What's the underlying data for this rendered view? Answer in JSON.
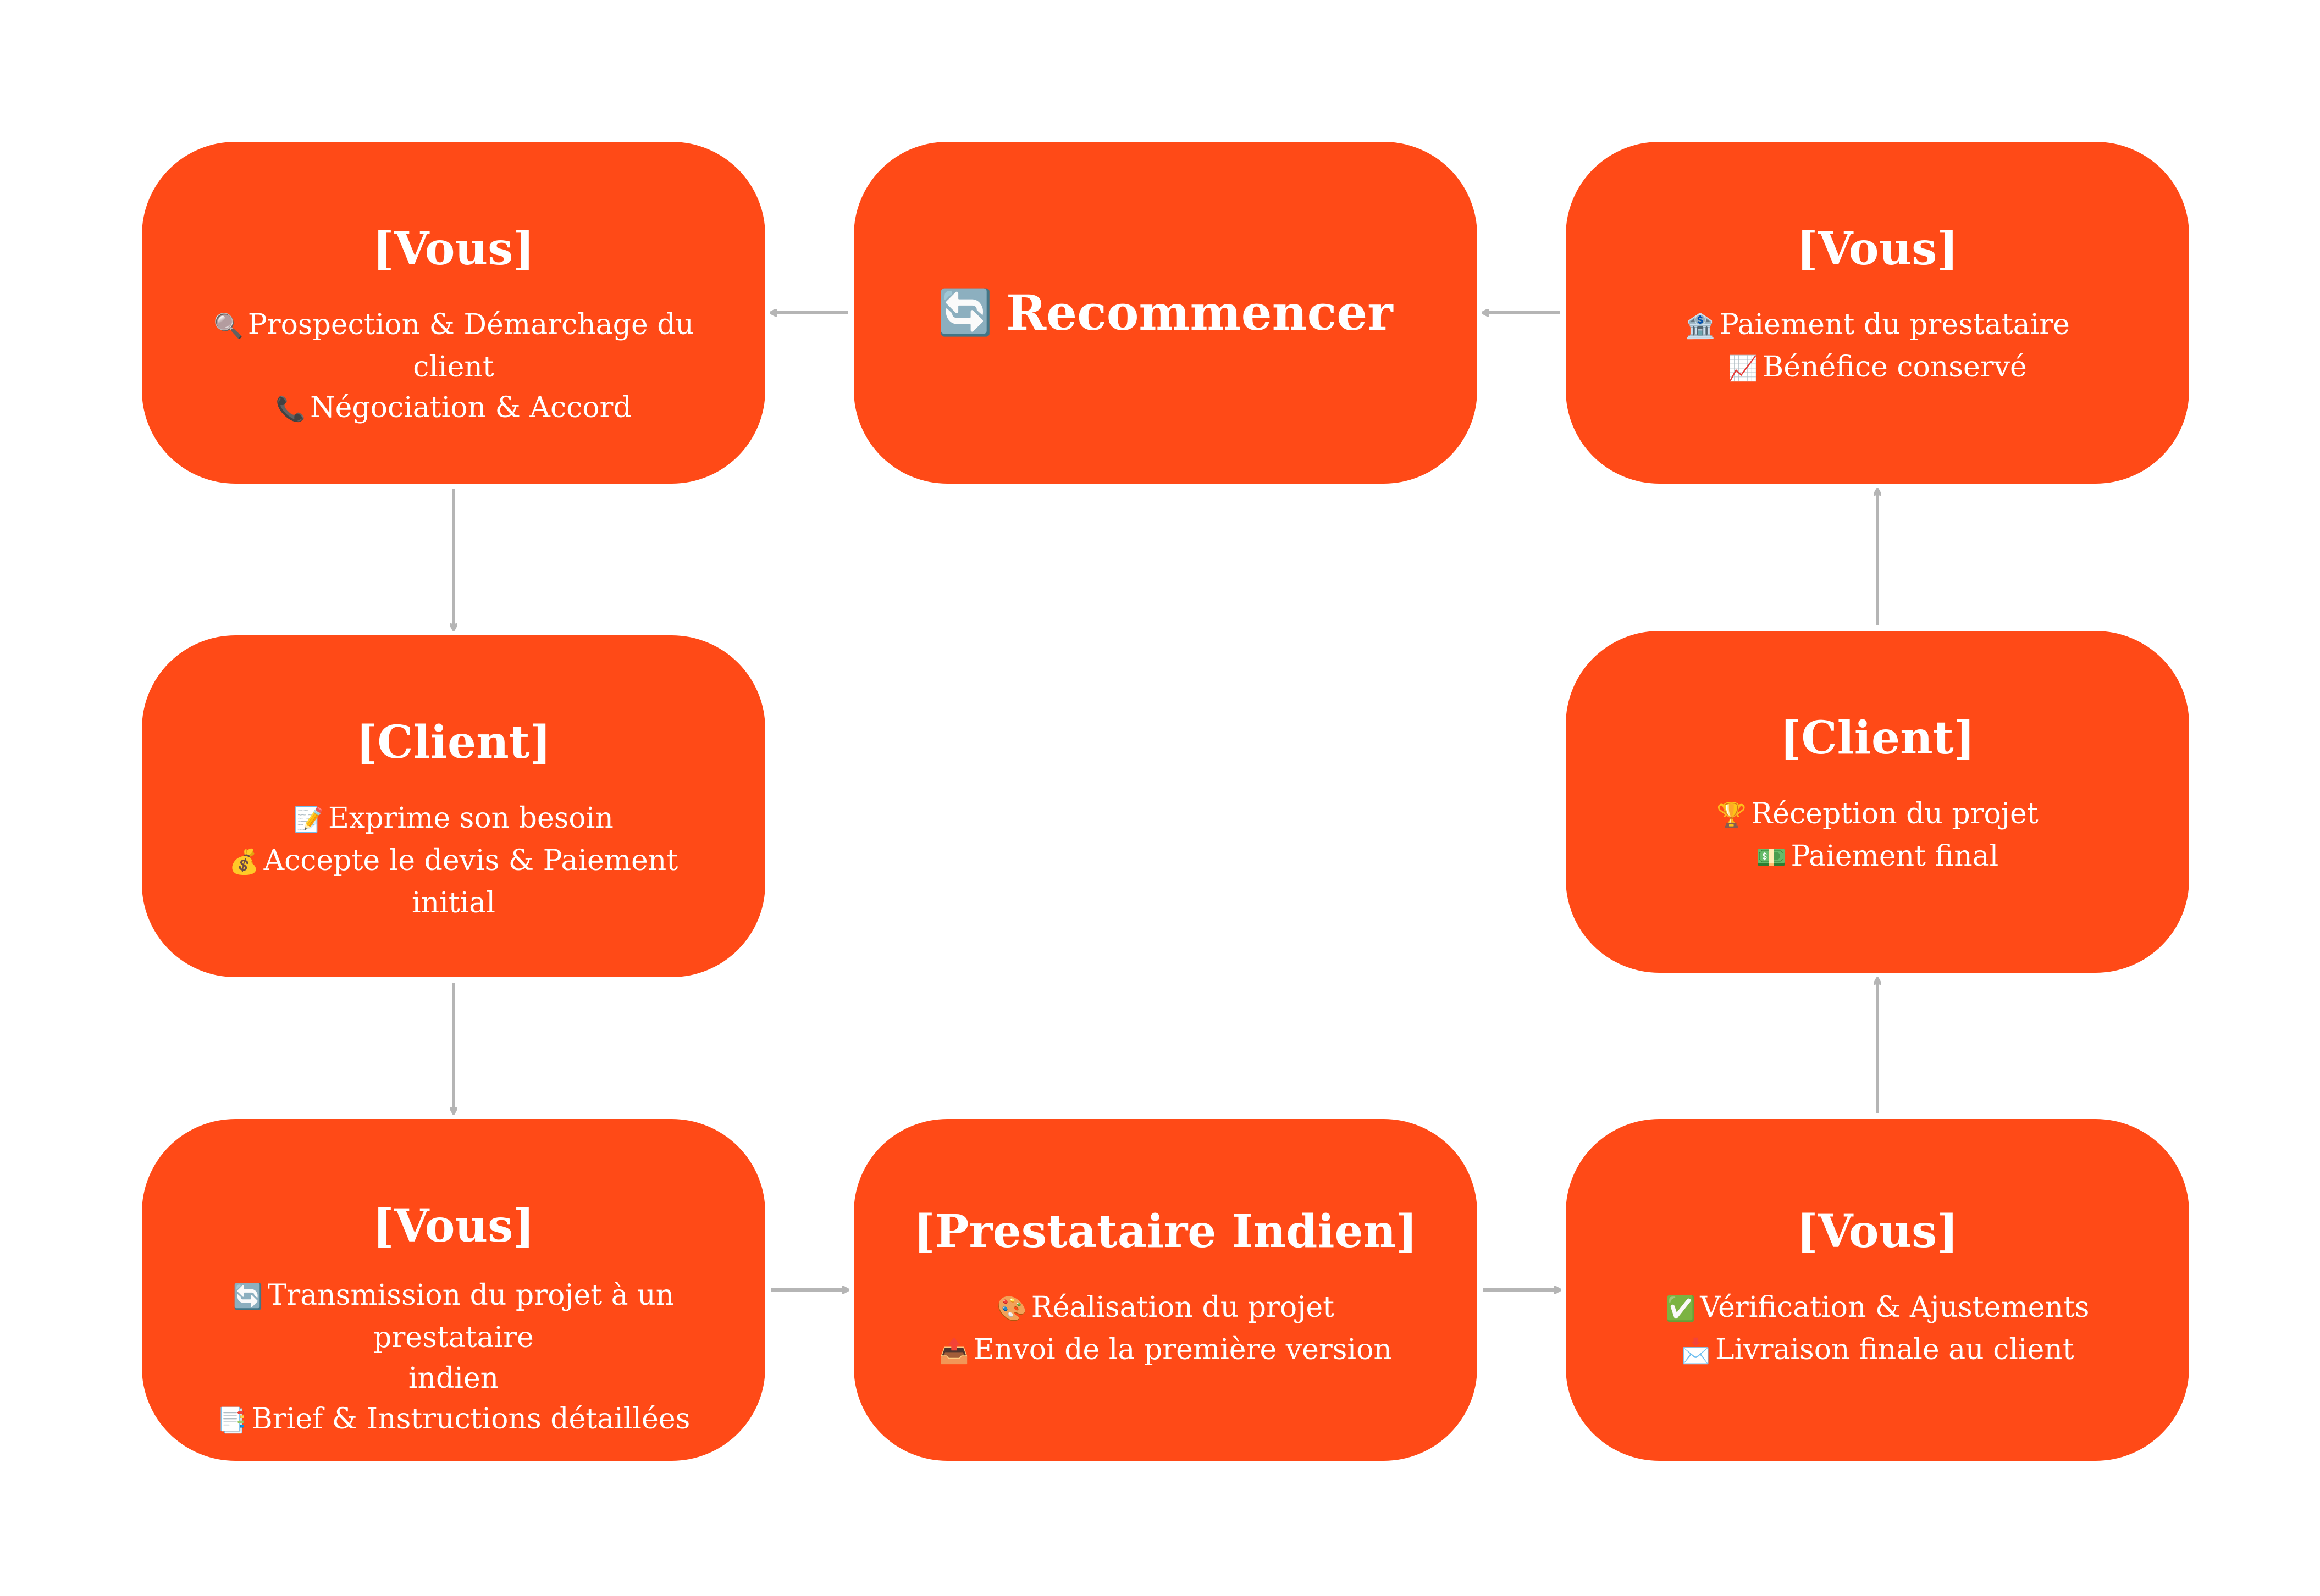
{
  "colors": {
    "node_fill": "#ff4a17",
    "node_text": "#ffffff",
    "arrow": "#b5b5b5",
    "background": "#ffffff"
  },
  "nodes": {
    "vous_prospection": {
      "title": "[Vous]",
      "lines": [
        {
          "icon": "🔍",
          "icon_name": "magnifier-icon",
          "text": "Prospection & Démarchage du client"
        },
        {
          "icon": "📞",
          "icon_name": "phone-icon",
          "text": "Négociation & Accord"
        }
      ]
    },
    "recommencer": {
      "title": "Recommencer",
      "icon": "🔄",
      "icon_name": "repeat-arrows-icon"
    },
    "vous_paiement": {
      "title": "[Vous]",
      "lines": [
        {
          "icon": "🏦",
          "icon_name": "bank-icon",
          "text": "Paiement du prestataire"
        },
        {
          "icon": "📈",
          "icon_name": "chart-up-icon",
          "text": "Bénéfice conservé"
        }
      ]
    },
    "client_besoin": {
      "title": "[Client]",
      "lines": [
        {
          "icon": "📝",
          "icon_name": "memo-icon",
          "text": "Exprime son besoin"
        },
        {
          "icon": "💰",
          "icon_name": "money-bag-icon",
          "text": "Accepte le devis & Paiement initial"
        }
      ]
    },
    "client_reception": {
      "title": "[Client]",
      "lines": [
        {
          "icon": "🏆",
          "icon_name": "trophy-icon",
          "text": "Réception du projet"
        },
        {
          "icon": "💵",
          "icon_name": "banknote-icon",
          "text": "Paiement final"
        }
      ]
    },
    "vous_transmission": {
      "title": "[Vous]",
      "lines": [
        {
          "icon": "🔄",
          "icon_name": "repeat-arrows-icon",
          "text": "Transmission du projet à un prestataire"
        },
        {
          "icon": "",
          "icon_name": "",
          "text": "indien"
        },
        {
          "icon": "📑",
          "icon_name": "document-icon",
          "text": "Brief & Instructions détaillées"
        }
      ]
    },
    "prestataire": {
      "title": "[Prestataire Indien]",
      "lines": [
        {
          "icon": "🎨",
          "icon_name": "palette-icon",
          "text": "Réalisation du projet"
        },
        {
          "icon": "📤",
          "icon_name": "outbox-tray-icon",
          "text": "Envoi de la première version"
        }
      ]
    },
    "vous_verification": {
      "title": "[Vous]",
      "lines": [
        {
          "icon": "✅",
          "icon_name": "check-mark-icon",
          "text": "Vérification & Ajustements"
        },
        {
          "icon": "📩",
          "icon_name": "envelope-icon",
          "text": "Livraison finale au client"
        }
      ]
    }
  },
  "edges": [
    {
      "from": "recommencer",
      "to": "vous_prospection"
    },
    {
      "from": "vous_paiement",
      "to": "recommencer"
    },
    {
      "from": "vous_prospection",
      "to": "client_besoin"
    },
    {
      "from": "client_besoin",
      "to": "vous_transmission"
    },
    {
      "from": "vous_transmission",
      "to": "prestataire"
    },
    {
      "from": "prestataire",
      "to": "vous_verification"
    },
    {
      "from": "vous_verification",
      "to": "client_reception"
    },
    {
      "from": "client_reception",
      "to": "vous_paiement"
    }
  ]
}
